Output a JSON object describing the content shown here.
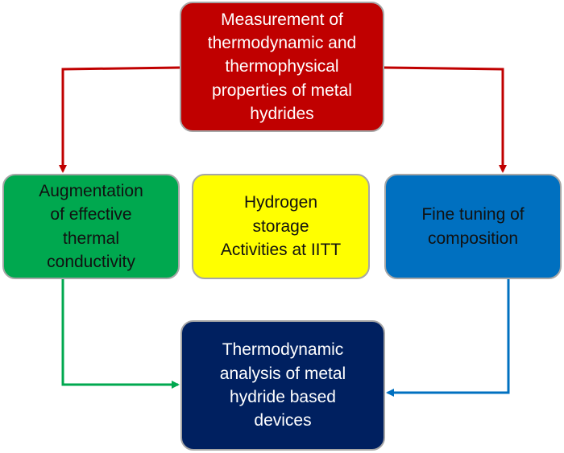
{
  "diagram": {
    "nodes": {
      "top": {
        "text": "Measurement of\nthermodynamic and\nthermophysical\nproperties of metal\nhydrides",
        "fill": "#c00000",
        "text_color": "#ffffff"
      },
      "left": {
        "text": "Augmentation\nof effective\nthermal\nconductivity",
        "fill": "#00a84f",
        "text_color": "#111111"
      },
      "center": {
        "text": "Hydrogen\nstorage\nActivities at IITT",
        "fill": "#ffff00",
        "text_color": "#111111"
      },
      "right": {
        "text": "Fine tuning of\ncomposition",
        "fill": "#0070c0",
        "text_color": "#111111"
      },
      "bottom": {
        "text": "Thermodynamic\nanalysis of metal\nhydride based\ndevices",
        "fill": "#002060",
        "text_color": "#ffffff"
      }
    },
    "edges": [
      {
        "from": "top",
        "to": "left",
        "color": "#c00000"
      },
      {
        "from": "top",
        "to": "right",
        "color": "#c00000"
      },
      {
        "from": "left",
        "to": "bottom",
        "color": "#00a84f"
      },
      {
        "from": "right",
        "to": "bottom",
        "color": "#0070c0"
      }
    ]
  }
}
